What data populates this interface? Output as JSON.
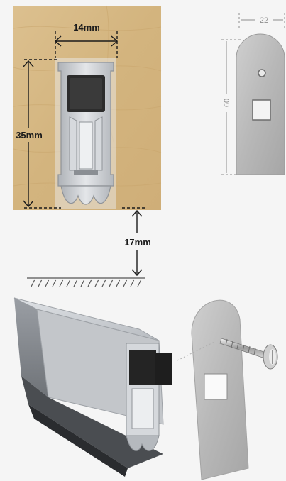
{
  "dimensions": {
    "width_label": "14mm",
    "height_label": "35mm",
    "gap_label": "17mm"
  },
  "plate_dimensions": {
    "width_label": "22",
    "height_label": "60"
  },
  "colors": {
    "wood": "#d8b987",
    "aluminium": "#c9ccd0",
    "seal_dark": "#2c2c2c",
    "plate": "#b9b9b9",
    "dimension_line": "#1b1b1b"
  }
}
